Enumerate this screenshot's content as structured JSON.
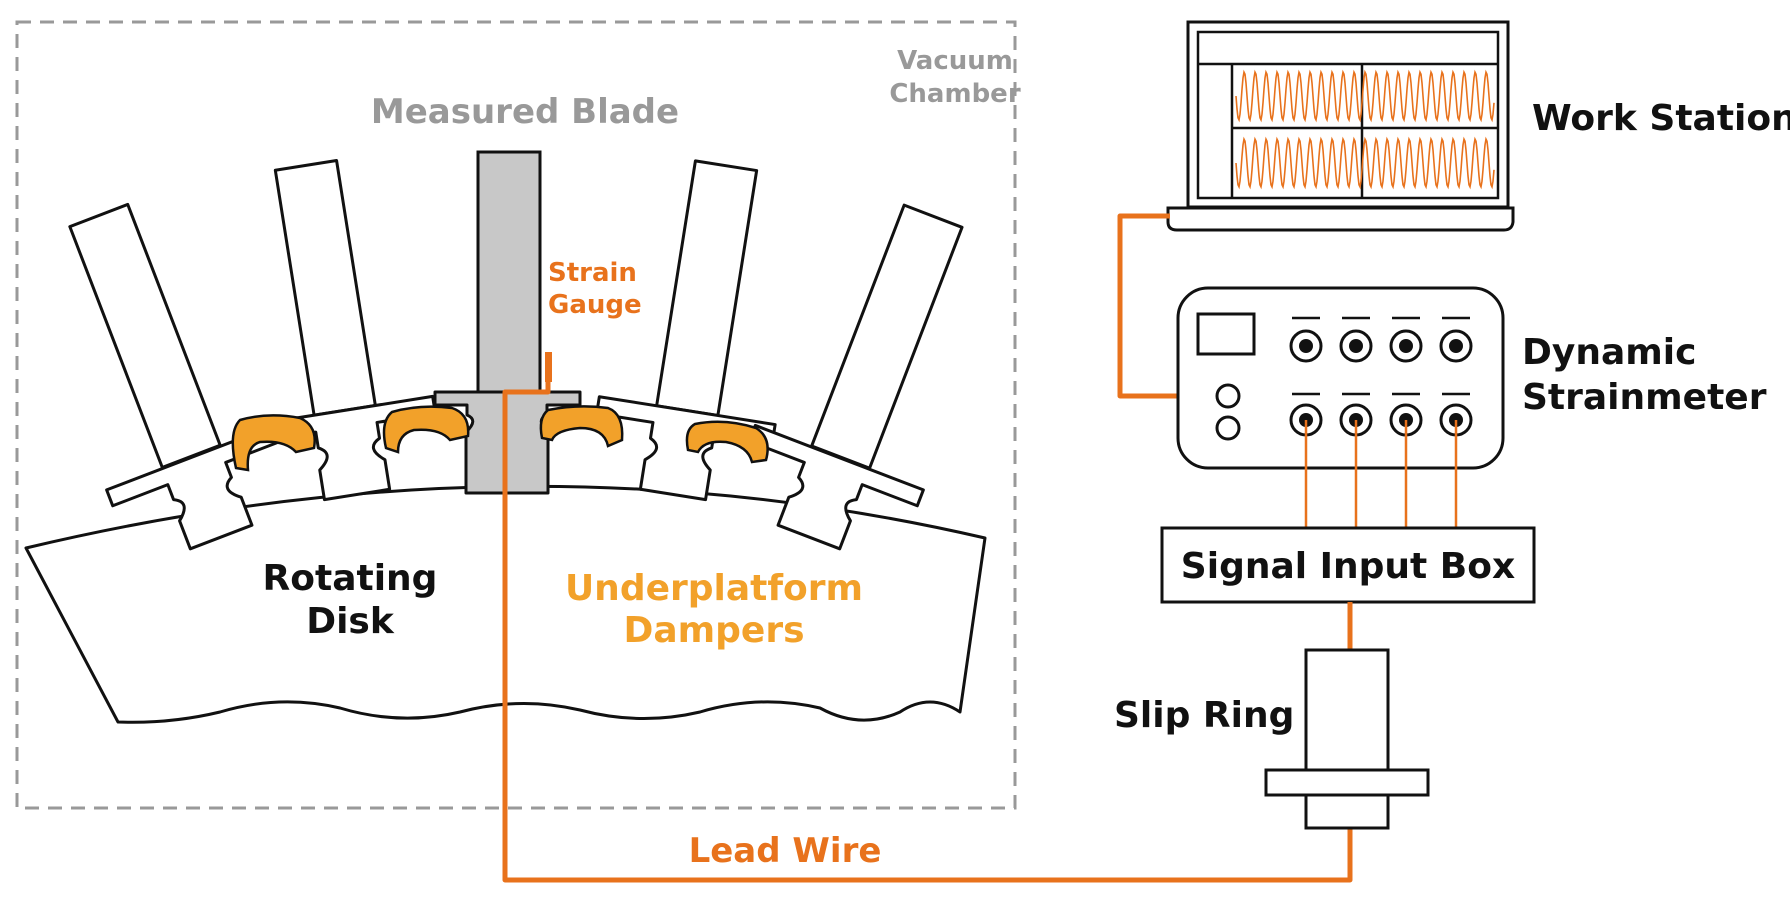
{
  "labels": {
    "vacuum_chamber_1": "Vacuum",
    "vacuum_chamber_2": "Chamber",
    "measured_blade": "Measured Blade",
    "strain_gauge_1": "Strain",
    "strain_gauge_2": "Gauge",
    "rotating_disk_1": "Rotating",
    "rotating_disk_2": "Disk",
    "underplatform_1": "Underplatform",
    "underplatform_2": "Dampers",
    "work_station": "Work Station",
    "dynamic_1": "Dynamic",
    "dynamic_2": "Strainmeter",
    "signal_input_box": "Signal Input Box",
    "slip_ring": "Slip Ring",
    "lead_wire": "Lead Wire"
  },
  "colors": {
    "wire": "#e8721c",
    "damper": "#f2a12a",
    "measured_blade": "#c8c8c8",
    "chamber": "#999999",
    "outline": "#111111",
    "waveform": "#e8721c"
  }
}
